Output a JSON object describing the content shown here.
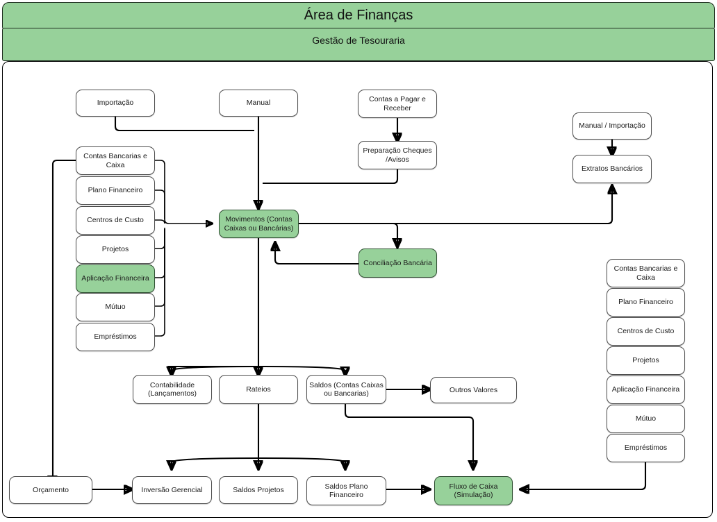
{
  "header": {
    "title": "Área de Finanças",
    "subtitle": "Gestão de Tesouraria"
  },
  "colors": {
    "green_fill": "#97d19a",
    "green_stroke": "#2f4f32",
    "node_fill": "#ffffff",
    "node_stroke": "#4d4d4d",
    "edge": "#000000"
  },
  "nodes": {
    "importacao": "Importação",
    "manual": "Manual",
    "contas_pagar_receber": "Contas a Pagar e Receber",
    "preparacao_cheques": "Preparação Cheques /Avisos",
    "manual_importacao": "Manual / Importação",
    "extratos_bancarios": "Extratos Bancários",
    "movimentos": "Movimentos (Contas Caixas ou Bancárias)",
    "conciliacao_bancaria": "Conciliação Bancária",
    "contabilidade": "Contabilidade (Lançamentos)",
    "rateios": "Rateios",
    "saldos_contas": "Saldos (Contas Caixas ou Bancarias)",
    "outros_valores": "Outros Valores",
    "orcamento": "Orçamento",
    "inversao_gerencial": "Inversão Gerencial",
    "saldos_projetos": "Saldos Projetos",
    "saldos_plano_financeiro": "Saldos Plano Financeiro",
    "fluxo_de_caixa": "Fluxo de Caixa (Simulação)"
  },
  "left_column": [
    {
      "label": "Contas Bancarias e Caixa",
      "green": false
    },
    {
      "label": "Plano Financeiro",
      "green": false
    },
    {
      "label": "Centros de Custo",
      "green": false
    },
    {
      "label": "Projetos",
      "green": false
    },
    {
      "label": "Aplicação Financeira",
      "green": true
    },
    {
      "label": "Mútuo",
      "green": false
    },
    {
      "label": "Empréstimos",
      "green": false
    }
  ],
  "right_column": [
    {
      "label": "Contas Bancarias e Caixa",
      "green": false
    },
    {
      "label": "Plano Financeiro",
      "green": false
    },
    {
      "label": "Centros de Custo",
      "green": false
    },
    {
      "label": "Projetos",
      "green": false
    },
    {
      "label": "Aplicação Financeira",
      "green": false
    },
    {
      "label": "Mútuo",
      "green": false
    },
    {
      "label": "Empréstimos",
      "green": false
    }
  ],
  "chart_data": {
    "type": "diagram",
    "title": "Área de Finanças — Gestão de Tesouraria",
    "edges": [
      {
        "from": "Importação",
        "to": "Movimentos (Contas Caixas ou Bancárias)"
      },
      {
        "from": "Manual",
        "to": "Movimentos (Contas Caixas ou Bancárias)"
      },
      {
        "from": "Contas a Pagar e Receber",
        "to": "Preparação Cheques /Avisos"
      },
      {
        "from": "Preparação Cheques /Avisos",
        "to": "Movimentos (Contas Caixas ou Bancárias)"
      },
      {
        "from": "Contas Bancarias e Caixa (esquerda)",
        "to": "Movimentos (Contas Caixas ou Bancárias)"
      },
      {
        "from": "Plano Financeiro (esquerda)",
        "to": "Movimentos (Contas Caixas ou Bancárias)"
      },
      {
        "from": "Centros de Custo (esquerda)",
        "to": "Movimentos (Contas Caixas ou Bancárias)"
      },
      {
        "from": "Projetos (esquerda)",
        "to": "Movimentos (Contas Caixas ou Bancárias)"
      },
      {
        "from": "Aplicação Financeira (esquerda)",
        "to": "Movimentos (Contas Caixas ou Bancárias)"
      },
      {
        "from": "Mútuo (esquerda)",
        "to": "Movimentos (Contas Caixas ou Bancárias)"
      },
      {
        "from": "Empréstimos (esquerda)",
        "to": "Movimentos (Contas Caixas ou Bancárias)"
      },
      {
        "from": "Contas Bancarias e Caixa (esquerda)",
        "to": "Orçamento"
      },
      {
        "from": "Movimentos (Contas Caixas ou Bancárias)",
        "to": "Conciliação Bancária"
      },
      {
        "from": "Movimentos (Contas Caixas ou Bancárias)",
        "to": "Extratos Bancários"
      },
      {
        "from": "Conciliação Bancária",
        "to": "Movimentos (Contas Caixas ou Bancárias)"
      },
      {
        "from": "Manual / Importação",
        "to": "Extratos Bancários"
      },
      {
        "from": "Movimentos (Contas Caixas ou Bancárias)",
        "to": "Contabilidade (Lançamentos)"
      },
      {
        "from": "Movimentos (Contas Caixas ou Bancárias)",
        "to": "Rateios"
      },
      {
        "from": "Movimentos (Contas Caixas ou Bancárias)",
        "to": "Saldos (Contas Caixas ou Bancarias)"
      },
      {
        "from": "Saldos (Contas Caixas ou Bancarias)",
        "to": "Outros Valores"
      },
      {
        "from": "Saldos (Contas Caixas ou Bancarias)",
        "to": "Fluxo de Caixa (Simulação)"
      },
      {
        "from": "Rateios",
        "to": "Inversão Gerencial"
      },
      {
        "from": "Rateios",
        "to": "Saldos Projetos"
      },
      {
        "from": "Rateios",
        "to": "Saldos Plano Financeiro"
      },
      {
        "from": "Orçamento",
        "to": "Inversão Gerencial"
      },
      {
        "from": "Saldos Plano Financeiro",
        "to": "Fluxo de Caixa (Simulação)"
      },
      {
        "from": "Empréstimos (direita)",
        "to": "Fluxo de Caixa (Simulação)"
      }
    ],
    "highlighted_nodes": [
      "Movimentos (Contas Caixas ou Bancárias)",
      "Conciliação Bancária",
      "Aplicação Financeira (esquerda)",
      "Fluxo de Caixa (Simulação)"
    ]
  }
}
